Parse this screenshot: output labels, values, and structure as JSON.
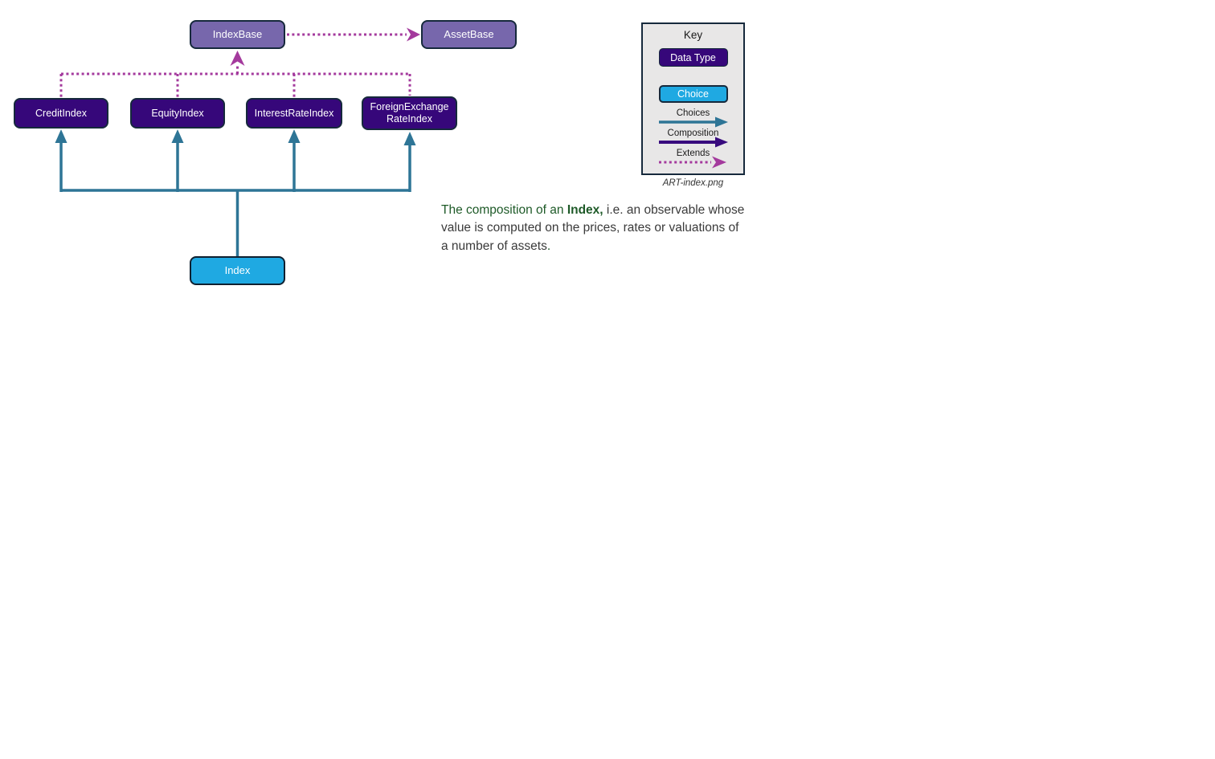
{
  "diagram": {
    "nodes": {
      "index_base": {
        "label": "IndexBase"
      },
      "asset_base": {
        "label": "AssetBase"
      },
      "credit_index": {
        "label": "CreditIndex"
      },
      "equity_index": {
        "label": "EquityIndex"
      },
      "interest_rate_index": {
        "label": "InterestRateIndex"
      },
      "foreign_exchange_rate_index": {
        "label": "ForeignExchangeRateIndex",
        "label_lines": [
          "ForeignExchange",
          "RateIndex"
        ]
      },
      "index": {
        "label": "Index"
      }
    },
    "colors": {
      "data_type_fill": "#36077A",
      "choice_fill": "#1FA9E2",
      "base_fill": "#7767AC",
      "node_border": "#16293C",
      "choices_arrow": "#2E7596",
      "composition_arrow": "#380B7E",
      "extends_arrow": "#A43A9D",
      "key_background": "#E8E7E7",
      "text_green": "#1E5A28",
      "text_dark": "#3A3A3A"
    }
  },
  "key": {
    "title": "Key",
    "data_type_label": "Data Type",
    "choice_label": "Choice",
    "arrows": [
      {
        "label": "Choices",
        "style": "solid",
        "color": "#2E7596"
      },
      {
        "label": "Composition",
        "style": "solid",
        "color": "#380B7E"
      },
      {
        "label": "Extends",
        "style": "dotted",
        "color": "#A43A9D"
      }
    ],
    "caption": "ART-index.png"
  },
  "description": {
    "lead_green": "The composition of an ",
    "bold_term": "Index,",
    "body": " i.e. an observable whose value is computed on the prices, rates or valuations of a number of assets",
    "trailing_period": "."
  }
}
